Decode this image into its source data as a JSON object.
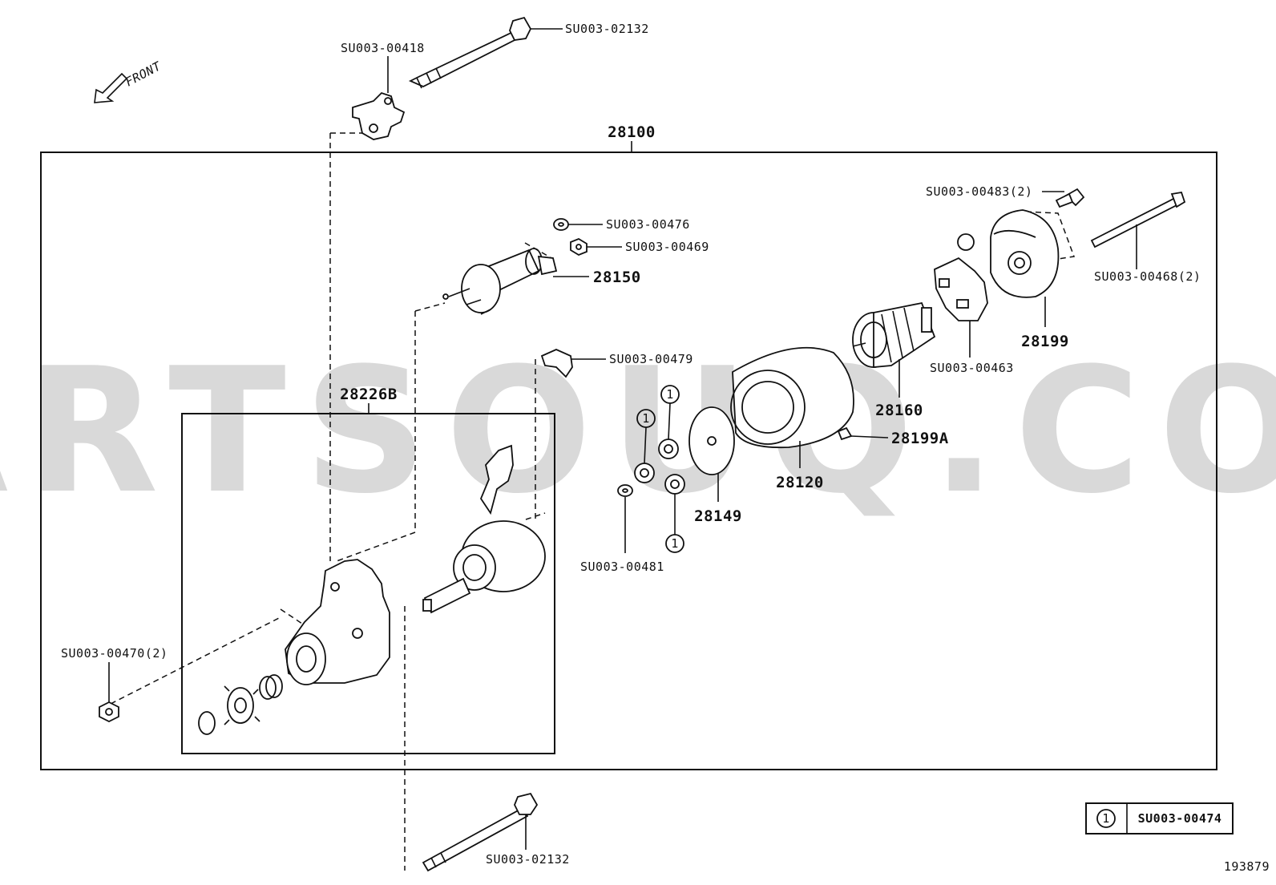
{
  "watermark": "PARTSOUQ.COM",
  "direction": {
    "label": "FRONT"
  },
  "frames": {
    "main_label": "28100",
    "sub_label": "28226B"
  },
  "labels": {
    "bolt_top": "SU003-02132",
    "bracket": "SU003-00418",
    "washer_476": "SU003-00476",
    "nut_469": "SU003-00469",
    "solenoid": "28150",
    "clip_479": "SU003-00479",
    "bolt_483": "SU003-00483(2)",
    "throughbolt_468": "SU003-00468(2)",
    "end_frame": "28199",
    "brush_holder": "SU003-00463",
    "armature": "28160",
    "part_28199a": "28199A",
    "yoke": "28120",
    "plate": "28149",
    "washer_481": "SU003-00481",
    "nut_470": "SU003-00470(2)",
    "bolt_bottom": "SU003-02132"
  },
  "callout": {
    "marker": "1"
  },
  "legend": {
    "marker": "1",
    "part": "SU003-00474"
  },
  "diagram_id": "193879"
}
